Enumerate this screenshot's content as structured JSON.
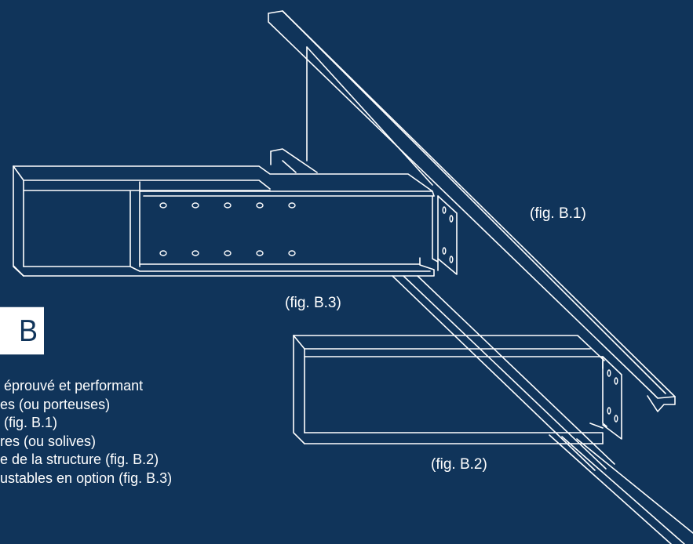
{
  "figure_labels": {
    "b1": "(fig. B.1)",
    "b2": "(fig. B.2)",
    "b3": "(fig. B.3)"
  },
  "section_badge": "B",
  "description_lines": [
    " éprouvé et performant",
    "es (ou porteuses)",
    " (fig. B.1)",
    "res (ou solives)",
    "e de la structure (fig. B.2)",
    "ustables en option (fig. B.3)"
  ],
  "colors": {
    "background": "#10345a",
    "line": "#ffffff",
    "badge_text": "#10345a"
  }
}
